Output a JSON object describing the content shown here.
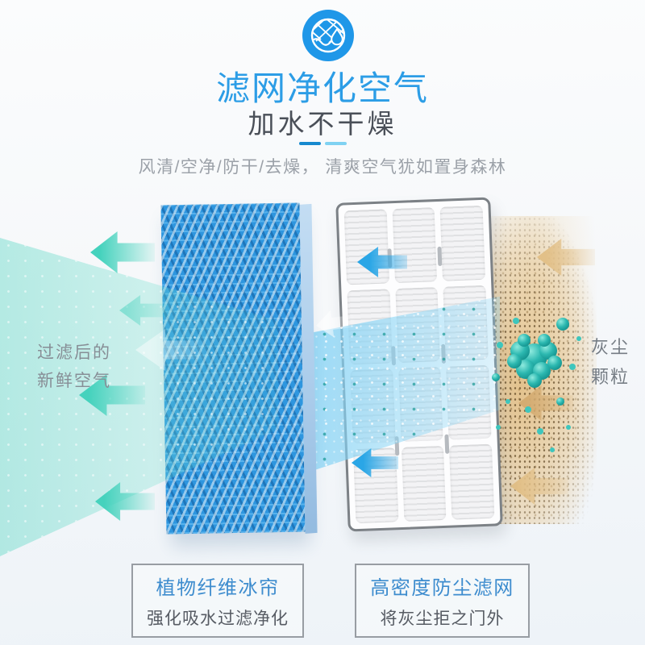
{
  "header": {
    "icon": "filter-droplet-icon",
    "title": "滤网净化空气",
    "subtitle": "加水不干燥",
    "description": "风清/空净/防干/去燥， 清爽空气犹如置身森林"
  },
  "diagram": {
    "left_label": {
      "line1": "过滤后的",
      "line2": "新鲜空气"
    },
    "right_label": {
      "line1": "灰尘",
      "line2": "颗粒"
    }
  },
  "cards": [
    {
      "title": "植物纤维冰帘",
      "subtitle": "强化吸水过滤净化"
    },
    {
      "title": "高密度防尘滤网",
      "subtitle": "将灰尘拒之门外"
    }
  ],
  "colors": {
    "accent_blue": "#2c9de6",
    "subtitle_gray": "#4a4f58",
    "description_gray": "#9ba1a8",
    "divider_dark": "#1789cf",
    "divider_light": "#7fd2f2",
    "clean_air_teal": "#45d2bd",
    "beam_blue": "#89d5f5",
    "dust_tan": "#e0ba7d",
    "filter_blue": "#2e96df",
    "particle_teal": "#2cb8b0",
    "card_border_gray": "#989da3",
    "card_title_blue": "#3d8cce",
    "card_subtitle_gray": "#565b63"
  }
}
